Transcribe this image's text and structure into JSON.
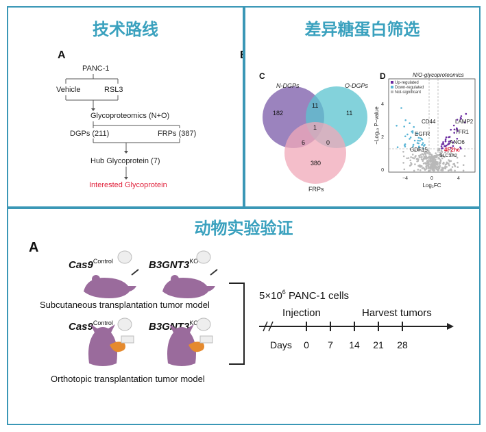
{
  "panels": {
    "route": {
      "title": "技术路线",
      "letter": "A",
      "cut_letter": "B",
      "nodes": {
        "cell": "PANC-1",
        "vehicle": "Vehicle",
        "rsl3": "RSL3",
        "glyco": "Glycoproteomics (N+O)",
        "dgps": "DGPs (211)",
        "frps": "FRPs (387)",
        "hub": "Hub Glycoprotein (7)",
        "interest": "Interested Glycoprotein"
      }
    },
    "screen": {
      "title": "差异糖蛋白筛选",
      "letter_c": "C",
      "letter_d": "D",
      "venn": {
        "sets": [
          "N-DGPs",
          "O-DGPs",
          "FRPs"
        ],
        "colors": [
          "#7a5aa8",
          "#5ac3cf",
          "#f0a8b8"
        ],
        "regions": {
          "n_only": "182",
          "o_only": "11",
          "f_only": "380",
          "n_o": "11",
          "n_f": "6",
          "o_f": "0",
          "all": "1"
        }
      },
      "volcano": {
        "title": "N/O-glycoproteomics",
        "legend": [
          "Up-regulated",
          "Down-regulated",
          "Not-significant"
        ],
        "legend_colors": [
          "#6a2aa0",
          "#5ab5d6",
          "#b8b8b8"
        ],
        "xlabel": "Log₂FC",
        "ylabel": "−Log₁₀ P−value",
        "xticks": [
          "−4",
          "0",
          "4"
        ],
        "yticks": [
          "4",
          "2",
          "0"
        ],
        "labels": [
          "CD44",
          "LAMP2",
          "EGFR",
          "TFR1",
          "ANO6",
          "GDF15",
          "SLC3A2"
        ],
        "highlight": "4F2hc",
        "highlight_color": "#e0203a"
      }
    },
    "animal": {
      "title": "动物实验验证",
      "letter": "A",
      "cas9": "Cas9",
      "cas9_sup": "Control",
      "b3": "B3GNT3",
      "b3_sup": "KO",
      "subq": "Subcutaneous transplantation tumor model",
      "ortho": "Orthotopic transplantation tumor model",
      "cells_base": "5×10",
      "cells_exp": "6",
      "cells_rest": " PANC-1 cells",
      "injection": "Injection",
      "harvest": "Harvest tumors",
      "days_label": "Days",
      "days": [
        "0",
        "7",
        "14",
        "21",
        "28"
      ]
    }
  },
  "colors": {
    "accent": "#3aa1be",
    "mouse": "#9a6b9c",
    "pancreas": "#e58a2e"
  }
}
